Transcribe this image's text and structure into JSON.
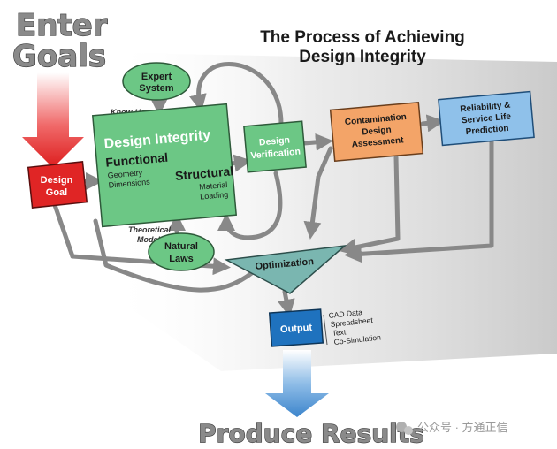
{
  "headings": {
    "enter_goals": [
      "Enter",
      "Goals"
    ],
    "title": [
      "The Process of Achieving",
      "Design Integrity"
    ],
    "produce_results": "Produce Results"
  },
  "nodes": {
    "design_goal": [
      "Design",
      "Goal"
    ],
    "expert_system": [
      "Expert",
      "System"
    ],
    "natural_laws": [
      "Natural",
      "Laws"
    ],
    "design_integrity": {
      "title": "Design Integrity",
      "functional": "Functional",
      "functional_items": [
        "Geometry",
        "Dimensions"
      ],
      "structural": "Structural",
      "structural_items": [
        "Material",
        "Loading"
      ]
    },
    "design_verification": [
      "Design",
      "Verification"
    ],
    "contamination": [
      "Contamination",
      "Design",
      "Assessment"
    ],
    "reliability": [
      "Reliability &",
      "Service Life",
      "Prediction"
    ],
    "optimization": "Optimization",
    "output": "Output"
  },
  "labels": {
    "know_how": "Know-How",
    "theoretical_model": [
      "Theoretical",
      "Model"
    ]
  },
  "output_list": [
    "CAD Data",
    "Spreadsheet",
    "Text",
    "Co-Simulation"
  ],
  "watermark": "公众号 · 方通正信",
  "colors": {
    "design_goal": "#e02525",
    "green": "#6cc785",
    "contamination": "#f3a468",
    "reliability": "#8fc1ea",
    "optimization": "#7ab6b0",
    "output": "#1f72be",
    "arrow_gray": "#888888"
  }
}
